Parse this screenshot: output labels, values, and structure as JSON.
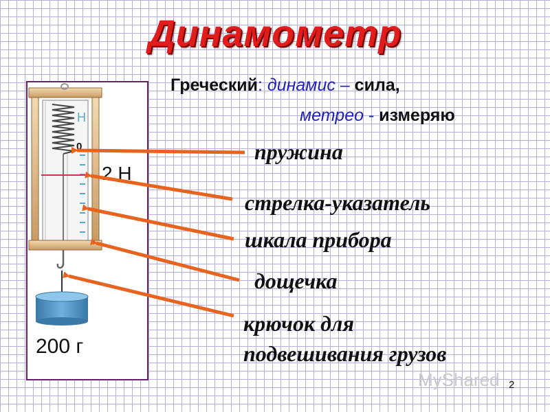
{
  "title": "Динамометр",
  "etymology": {
    "line1_word": "Греческий",
    "line1_colon": ":",
    "line1_term": "динамис",
    "line1_dash": "–",
    "line1_meaning": "сила,",
    "line2_term": "метрео",
    "line2_dash": "-",
    "line2_meaning": "измеряю"
  },
  "device": {
    "scale_zero": "0",
    "unit_top": "Н",
    "reading": "2 Н",
    "weight_label": "200 г"
  },
  "labels": {
    "spring": "пружина",
    "pointer": "стрелка-указатель",
    "scale": "шкала прибора",
    "board": "дощечка",
    "hook_line1": "крючок для",
    "hook_line2": "подвешивания грузов"
  },
  "colors": {
    "title": "#e01c1c",
    "arrow": "#e8641e",
    "term": "#2222b8",
    "frame": "#6a1f6a",
    "wood": "#e9c79a",
    "weight": "#4e8fbf"
  },
  "watermark": "MyShared",
  "page_number": "2"
}
